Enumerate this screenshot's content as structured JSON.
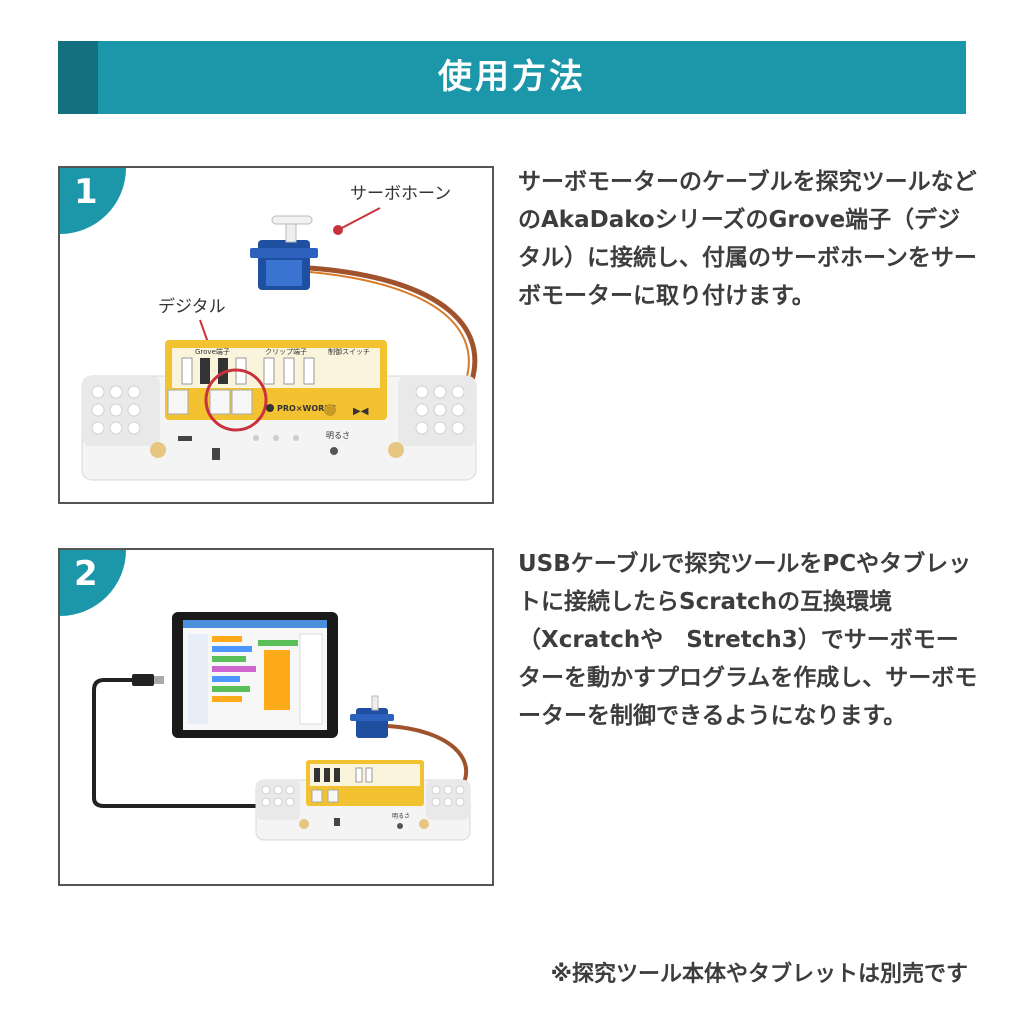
{
  "header": {
    "title": "使用方法"
  },
  "steps": [
    {
      "number": "1",
      "description": "サーボモーターのケーブルを探究ツールなどのAkaDakoシリーズのGrove端子（デジタル）に接続し、付属のサーボホーンをサーボモーターに取り付けます。",
      "callouts": {
        "servo_horn": "サーボホーン",
        "digital": "デジタル"
      },
      "board_labels": {
        "grove": "Grove端子",
        "clip": "クリップ端子",
        "switch": "制御スイッチ",
        "brightness": "明るさ",
        "brand": "PRO×WORKS"
      }
    },
    {
      "number": "2",
      "description": "USBケーブルで探究ツールをPCやタブレットに接続したらScratchの互換環境（Xcratchや　Stretch3）でサーボモーターを動かすプログラムを作成し、サーボモーターを制御できるようになります。",
      "board_labels": {
        "brightness": "明るさ"
      }
    }
  ],
  "note": "※探究ツール本体やタブレットは別売です",
  "colors": {
    "header": "#1c96a9",
    "header_accent": "#12707f",
    "callout_red": "#c8323c",
    "board_yellow": "#f2c230",
    "servo_blue": "#1f4fa0",
    "cable_brown": "#a0522d"
  }
}
